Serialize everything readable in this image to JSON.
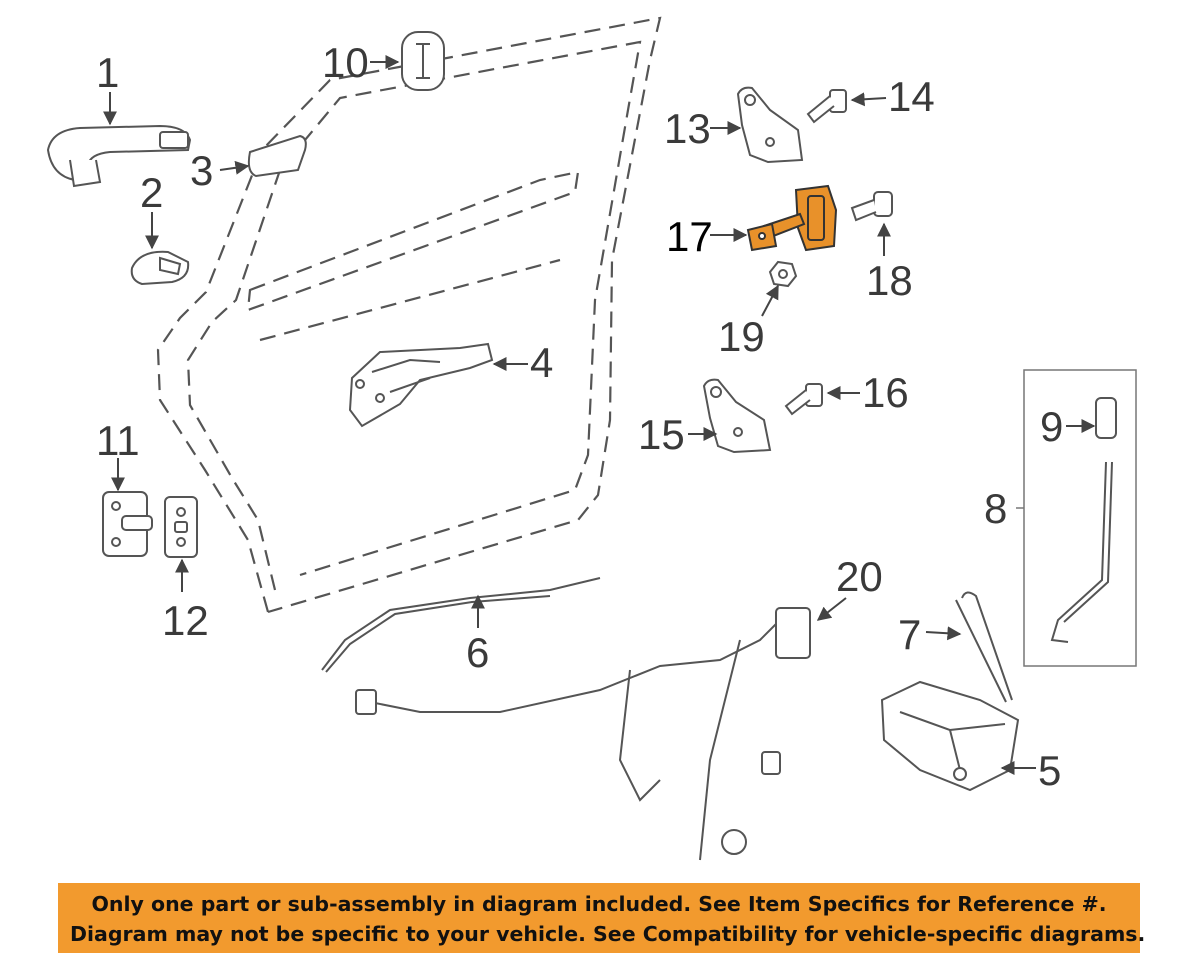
{
  "diagram": {
    "highlight_color": "#e8912a",
    "line_color": "#555555",
    "callouts": {
      "c1": "1",
      "c2": "2",
      "c3": "3",
      "c4": "4",
      "c5": "5",
      "c6": "6",
      "c7": "7",
      "c8": "8",
      "c9": "9",
      "c10": "10",
      "c11": "11",
      "c12": "12",
      "c13": "13",
      "c14": "14",
      "c15": "15",
      "c16": "16",
      "c17": "17",
      "c18": "18",
      "c19": "19",
      "c20": "20"
    },
    "highlighted_part": "17"
  },
  "notice": {
    "line1": "Only one part or sub-assembly in diagram included. See Item Specifics for Reference #.",
    "line2": "Diagram may not be specific to your vehicle. See Compatibility for vehicle-specific diagrams.",
    "background": "#f29a2e"
  }
}
